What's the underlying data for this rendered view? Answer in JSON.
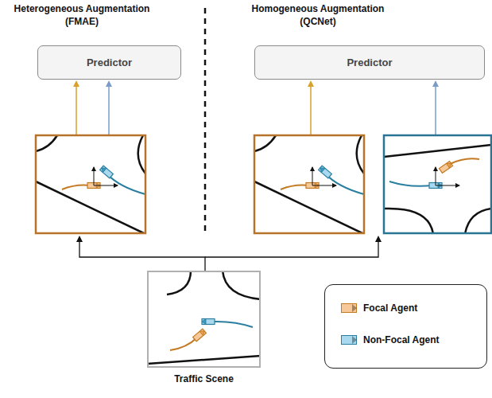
{
  "diagram": {
    "nodes": [
      {
        "text": [
          "Predictor"
        ]
      },
      {
        "text": [
          "Predictor"
        ]
      },
      {
        "text": [
          "Traffic Scene"
        ]
      }
    ],
    "labels": [
      "Heterogeneous Augmentation (FMAE)",
      "Homogeneous Augmentation (QCNet)"
    ],
    "legend": [
      {
        "text": "Focal Agent",
        "color": "#f7c99a"
      },
      {
        "text": "Non-Focal Agent",
        "color": "#a9d9ee"
      }
    ]
  }
}
